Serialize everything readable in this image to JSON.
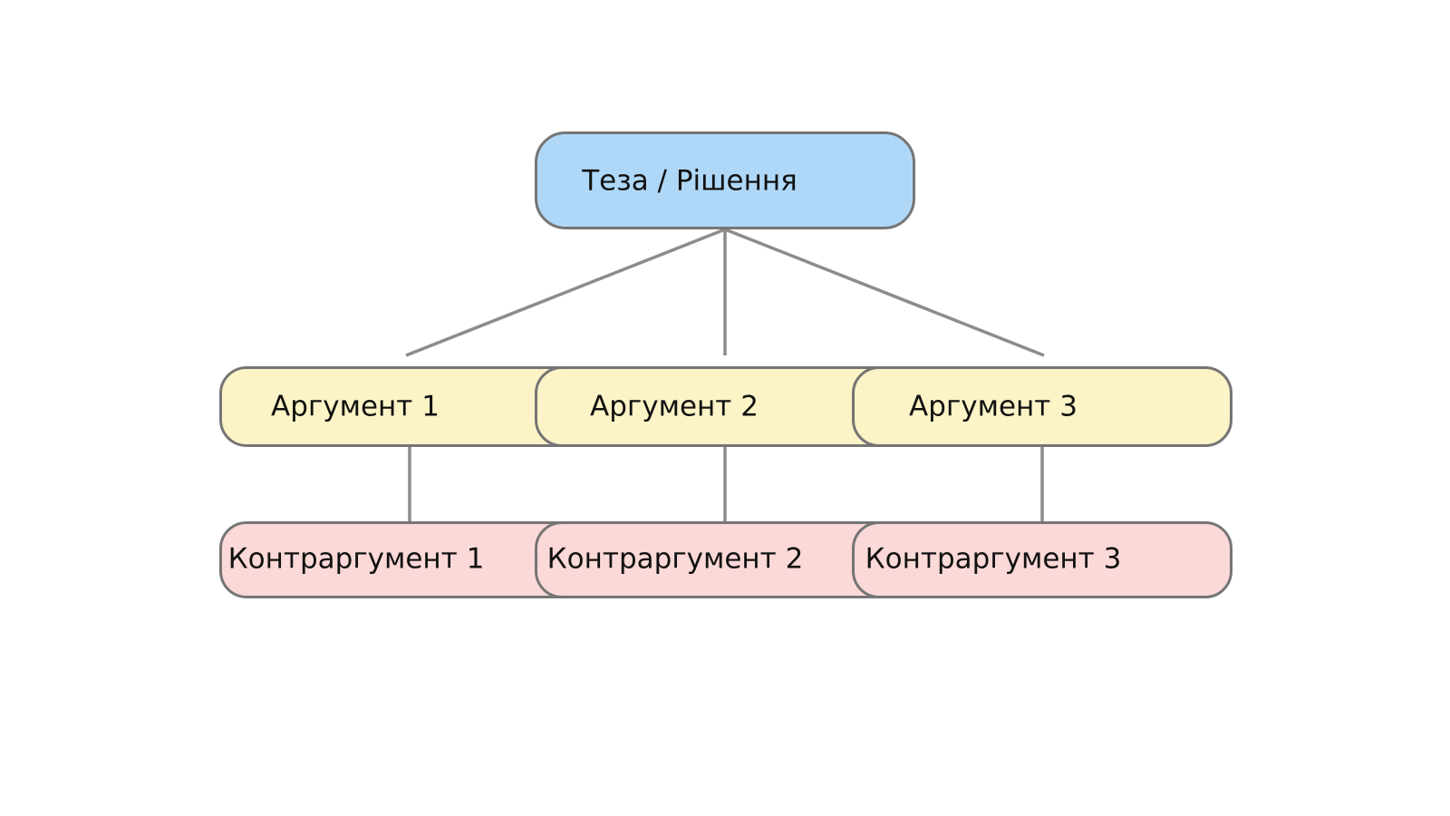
{
  "diagram": {
    "type": "argument-map",
    "background_color": "#ffffff",
    "node_border_color": "#757575",
    "connector_color": "#8c8c8c",
    "nodes": {
      "thesis": {
        "label": "Теза / Рішення",
        "fill": "#afd8f8"
      },
      "arguments": [
        {
          "label": "Аргумент 1",
          "fill": "#fcf3c7"
        },
        {
          "label": "Аргумент 2",
          "fill": "#fcf3c7"
        },
        {
          "label": "Аргумент 3",
          "fill": "#fcf3c7"
        }
      ],
      "counterarguments": [
        {
          "label": "Контраргумент 1",
          "fill": "#fbd9d8"
        },
        {
          "label": "Контраргумент 2",
          "fill": "#fbd9d8"
        },
        {
          "label": "Контраргумент 3",
          "fill": "#fbd9d8"
        }
      ]
    },
    "edges": [
      {
        "from": "thesis",
        "to": "argument-1"
      },
      {
        "from": "thesis",
        "to": "argument-2"
      },
      {
        "from": "thesis",
        "to": "argument-3"
      },
      {
        "from": "argument-1",
        "to": "counterargument-1"
      },
      {
        "from": "argument-2",
        "to": "counterargument-2"
      },
      {
        "from": "argument-3",
        "to": "counterargument-3"
      }
    ]
  }
}
